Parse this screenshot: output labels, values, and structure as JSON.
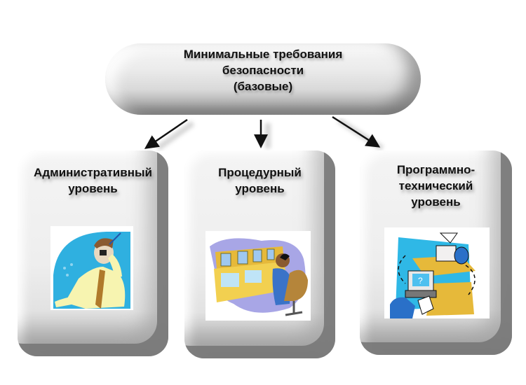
{
  "root": {
    "title_line1": "Минимальные требования",
    "title_line2": "безопасности",
    "title_line3": "(базовые)"
  },
  "levels": [
    {
      "title_line1": "Административный",
      "title_line2": "уровень",
      "title_line3": "",
      "illustration": "man-on-phone-icon"
    },
    {
      "title_line1": "Процедурный",
      "title_line2": "уровень",
      "title_line3": "",
      "illustration": "operator-at-console-icon"
    },
    {
      "title_line1": "Программно-",
      "title_line2": "технический",
      "title_line3": "уровень",
      "illustration": "networked-computers-icon"
    }
  ],
  "colors": {
    "text": "#111111",
    "box_light": "#eeeeee",
    "box_shadow": "#7a7a7a",
    "arrow": "#111111"
  }
}
